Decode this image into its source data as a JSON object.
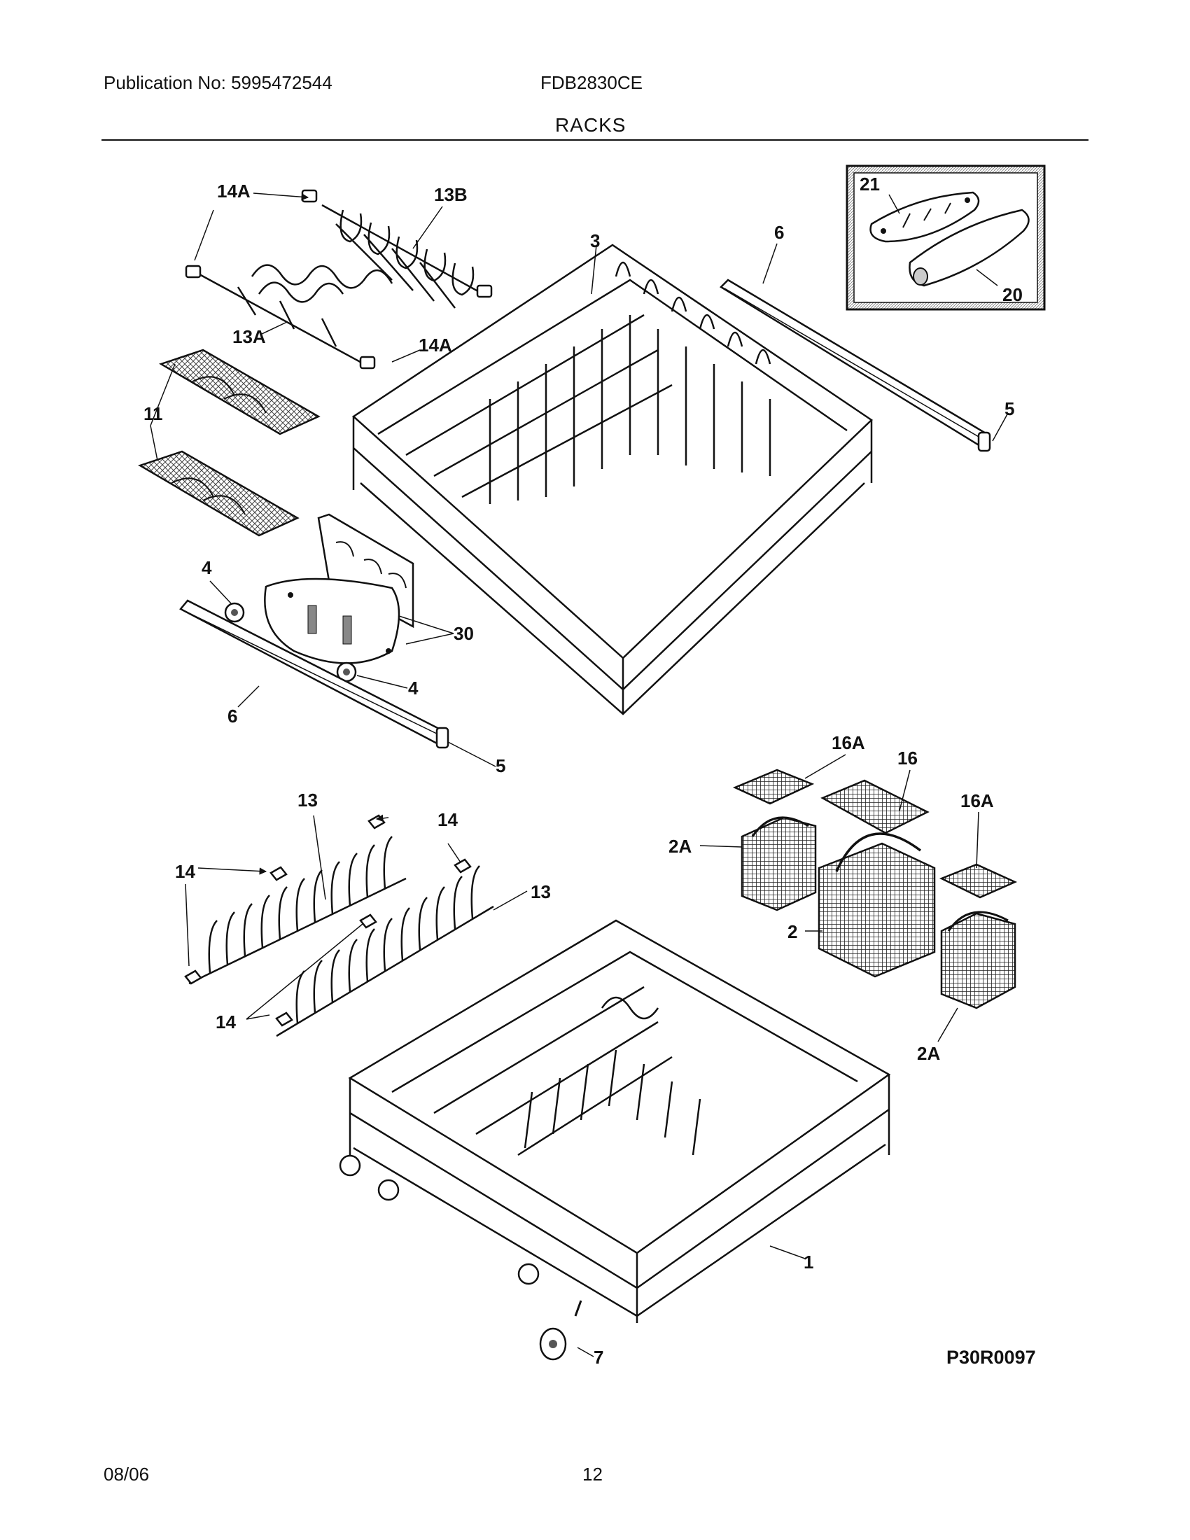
{
  "header": {
    "publication": "Publication No: 5995472544",
    "model": "FDB2830CE",
    "section": "RACKS"
  },
  "footer": {
    "date": "08/06",
    "page": "12"
  },
  "diagram": {
    "reference_code": "P30R0097",
    "callouts": {
      "c14a_top": "14A",
      "c13b": "13B",
      "c13a": "13A",
      "c14a_mid": "14A",
      "c3": "3",
      "c6_top": "6",
      "c21": "21",
      "c20": "20",
      "c5_top": "5",
      "c11": "11",
      "c4_left": "4",
      "c30": "30",
      "c4_low": "4",
      "c6_low": "6",
      "c5_low": "5",
      "c16a_top": "16A",
      "c16": "16",
      "c16a_right": "16A",
      "c2a_left": "2A",
      "c2": "2",
      "c2a_right": "2A",
      "c13_top": "13",
      "c14_top": "14",
      "c14_left": "14",
      "c13_right": "13",
      "c14_bottom": "14",
      "c1": "1",
      "c7": "7"
    }
  }
}
